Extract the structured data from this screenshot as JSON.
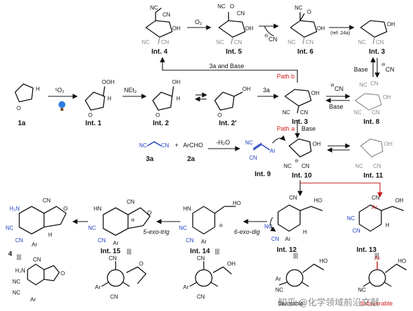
{
  "labels": {
    "int4": "Int. 4",
    "int5": "Int. 5",
    "int6": "Int. 6",
    "int3_top": "Int. 3",
    "s1a": "1a",
    "int1": "Int. 1",
    "int2": "Int. 2",
    "int2p": "Int. 2'",
    "int3": "Int. 3",
    "int8": "Int. 8",
    "s3a": "3a",
    "s2a": "2a",
    "int9": "Int. 9",
    "int10": "Int. 10",
    "int11": "Int. 11",
    "int12": "Int. 12",
    "int13": "Int. 13",
    "int14": "Int. 14",
    "int15": "Int. 15",
    "s4": "4"
  },
  "reagents": {
    "o2": "O₂",
    "singlet_o2": "¹O₂",
    "net3": "NEt₃",
    "ref": "(ref. 24a)",
    "base_path": "3a and Base",
    "path_b": "Path b",
    "path_a": "Path a",
    "base": "Base",
    "base2": "Base",
    "base3": "Base",
    "r3a": "3a",
    "minus_h2o": "-H₂O",
    "archo": "ArCHO",
    "plus": "+",
    "exo_dig": "6-exo-dig",
    "exo_trig": "5-exo-trig"
  },
  "conformer": {
    "favorable": "favorable",
    "disfavorable": "disfavorable"
  },
  "watermark": "知乎 @化学领域前沿文献"
}
